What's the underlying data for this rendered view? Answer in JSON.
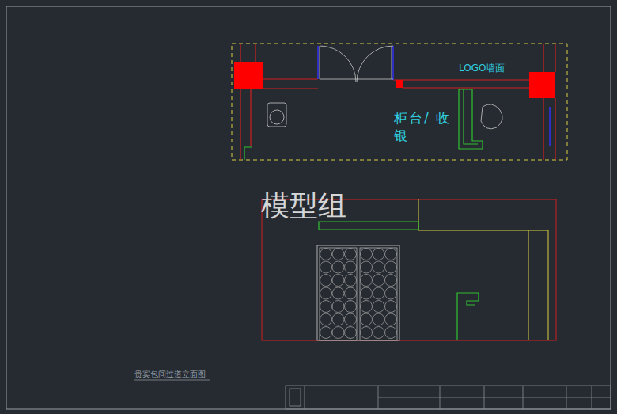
{
  "diagram": {
    "caption": "贵宾包间过道立面图",
    "labels": [
      "LOGO墙面",
      "柜台/ 收银",
      "模型组"
    ]
  }
}
